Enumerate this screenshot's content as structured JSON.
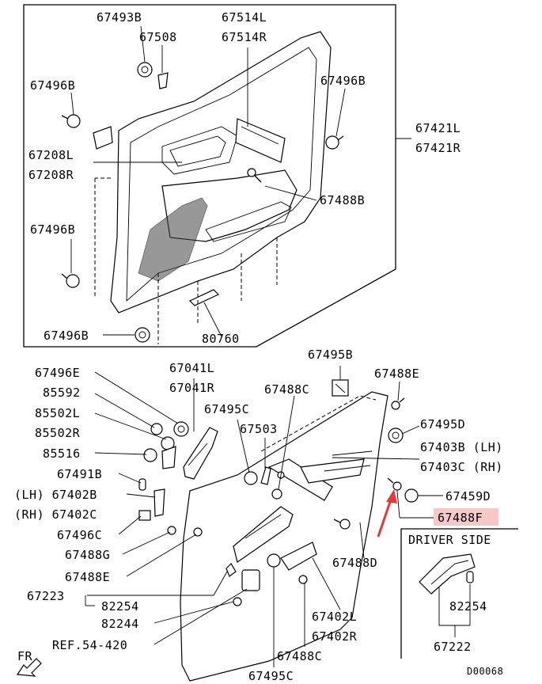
{
  "labels": {
    "p67493B": "67493B",
    "p67514L": "67514L",
    "p67514R": "67514R",
    "p67508": "67508",
    "p67496B_a": "67496B",
    "p67496B_b": "67496B",
    "p67421L": "67421L",
    "p67421R": "67421R",
    "p67208L": "67208L",
    "p67208R": "67208R",
    "p67488B": "67488B",
    "p67496B_c": "67496B",
    "p67496B_d": "67496B",
    "p80760": "80760",
    "p67495B": "67495B",
    "p67496E": "67496E",
    "p67041L": "67041L",
    "p67041R": "67041R",
    "p67488E_top": "67488E",
    "p85592": "85592",
    "p67488C_top": "67488C",
    "p85502L": "85502L",
    "p67495C_top": "67495C",
    "p67495D": "67495D",
    "p85502R": "85502R",
    "p67503": "67503",
    "p67403B": "67403B (LH)",
    "p85516": "85516",
    "p67403C": "67403C (RH)",
    "p67491B": "67491B",
    "p67459D": "67459D",
    "p67402B": "(LH) 67402B",
    "p67488F": "67488F",
    "p67402C": "(RH) 67402C",
    "driver_side": "DRIVER SIDE",
    "p67496C": "67496C",
    "p67488G": "67488G",
    "p67488D": "67488D",
    "p67488E_bot": "67488E",
    "p67223": "67223",
    "p82254_a": "82254",
    "p82254_b": "82254",
    "p67402L": "67402L",
    "p82244": "82244",
    "p67402R": "67402R",
    "ref": "REF.54-420",
    "p67488C_bot": "67488C",
    "p67222": "67222",
    "fr": "FR",
    "p67495C_bot": "67495C",
    "code": "D00068"
  },
  "colors": {
    "highlight": "#f6c8c8",
    "arrow": "#e03a3a",
    "ink": "#000000"
  },
  "icons": {
    "fr_arrow": "arrow-down-left-icon"
  }
}
